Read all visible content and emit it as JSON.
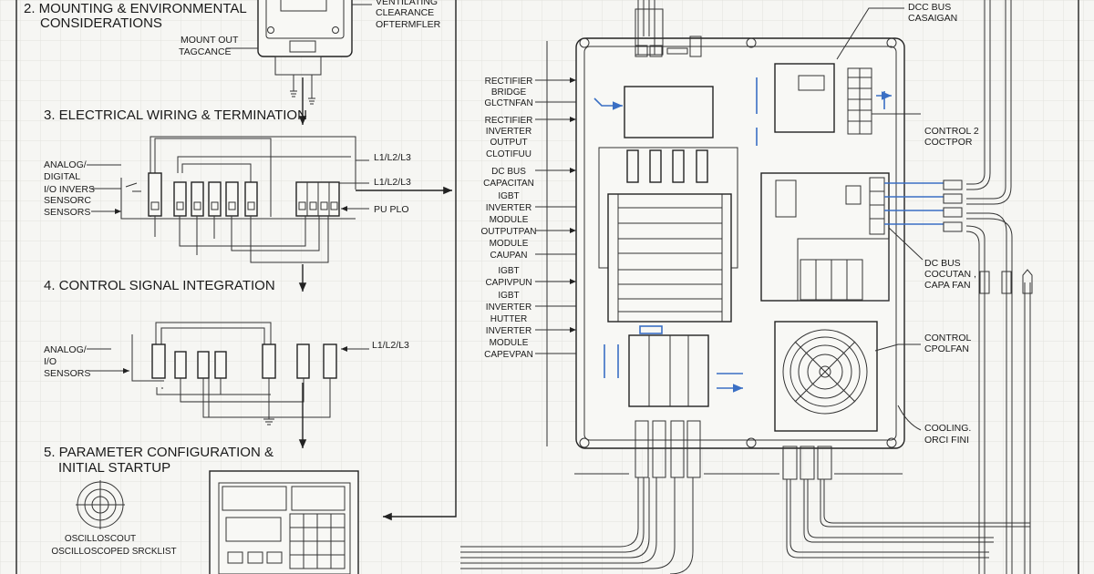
{
  "sections": {
    "s2_title_line1": "2. MOUNTING & ENVIRONMENTAL",
    "s2_title_line2": "CONSIDERATIONS",
    "s3_title": "3. ELECTRICAL WIRING & TERMINATION",
    "s4_title": "4. CONTROL SIGNAL INTEGRATION",
    "s5_title_line1": "5. PARAMETER CONFIGURATION &",
    "s5_title_line2": "INITIAL STARTUP"
  },
  "mounting": {
    "mount_label": [
      "MOUNT OUT",
      "TAGCANCE"
    ],
    "vent_label": [
      "VENTILATING",
      "CLEARANCE",
      "OFTERMFLER"
    ]
  },
  "wiring": {
    "left_labels": [
      "ANALOG/",
      "DIGITAL",
      "I/O INVERS",
      "SENSORC",
      "SENSORS"
    ],
    "right_labels": [
      "L1/L2/L3",
      "L1/L2/L3",
      "PU PLO"
    ]
  },
  "control": {
    "left_labels": [
      "ANALOG/",
      "I/O",
      "SENSORS"
    ],
    "right_label": "L1/L2/L3"
  },
  "startup": {
    "scope_labels": [
      "OSCILLOSCOUT",
      "OSCILLOSCOPED SRCKLIST"
    ]
  },
  "enclosure": {
    "left_labels": [
      "RECTIFIER",
      "BRIDGE",
      "GLCTNFAN",
      "RECTIFIER",
      "INVERTER",
      "OUTPUT",
      "CLOTIFUU",
      "DC BUS",
      "CAPACITAN",
      "IGBT",
      "INVERTER",
      "MODULE",
      "OUTPUTPAN",
      "MODULE",
      "CAUPAN",
      "IGBT",
      "CAPIVPUN",
      "IGBT",
      "INVERTER",
      "HUTTER",
      "INVERTER",
      "MODULE",
      "CAPEVPAN"
    ],
    "right_labels": {
      "dc_bus_top": [
        "DCC BUS",
        "CASAIGAN"
      ],
      "control_sector": [
        "CONTROL 2",
        "COCTPOR"
      ],
      "dc_bus_mid": [
        "DC BUS",
        "COCUTAN ,",
        "CAPA FAN"
      ],
      "control_fan": [
        "CONTROL",
        "CPOLFAN"
      ],
      "cooling_fan": [
        "COOLING.",
        "ORCI FINI"
      ]
    }
  },
  "colors": {
    "ink": "#222222",
    "accent": "#3a6fc4",
    "paper": "#f6f6f3",
    "grid": "#e2e2de"
  }
}
